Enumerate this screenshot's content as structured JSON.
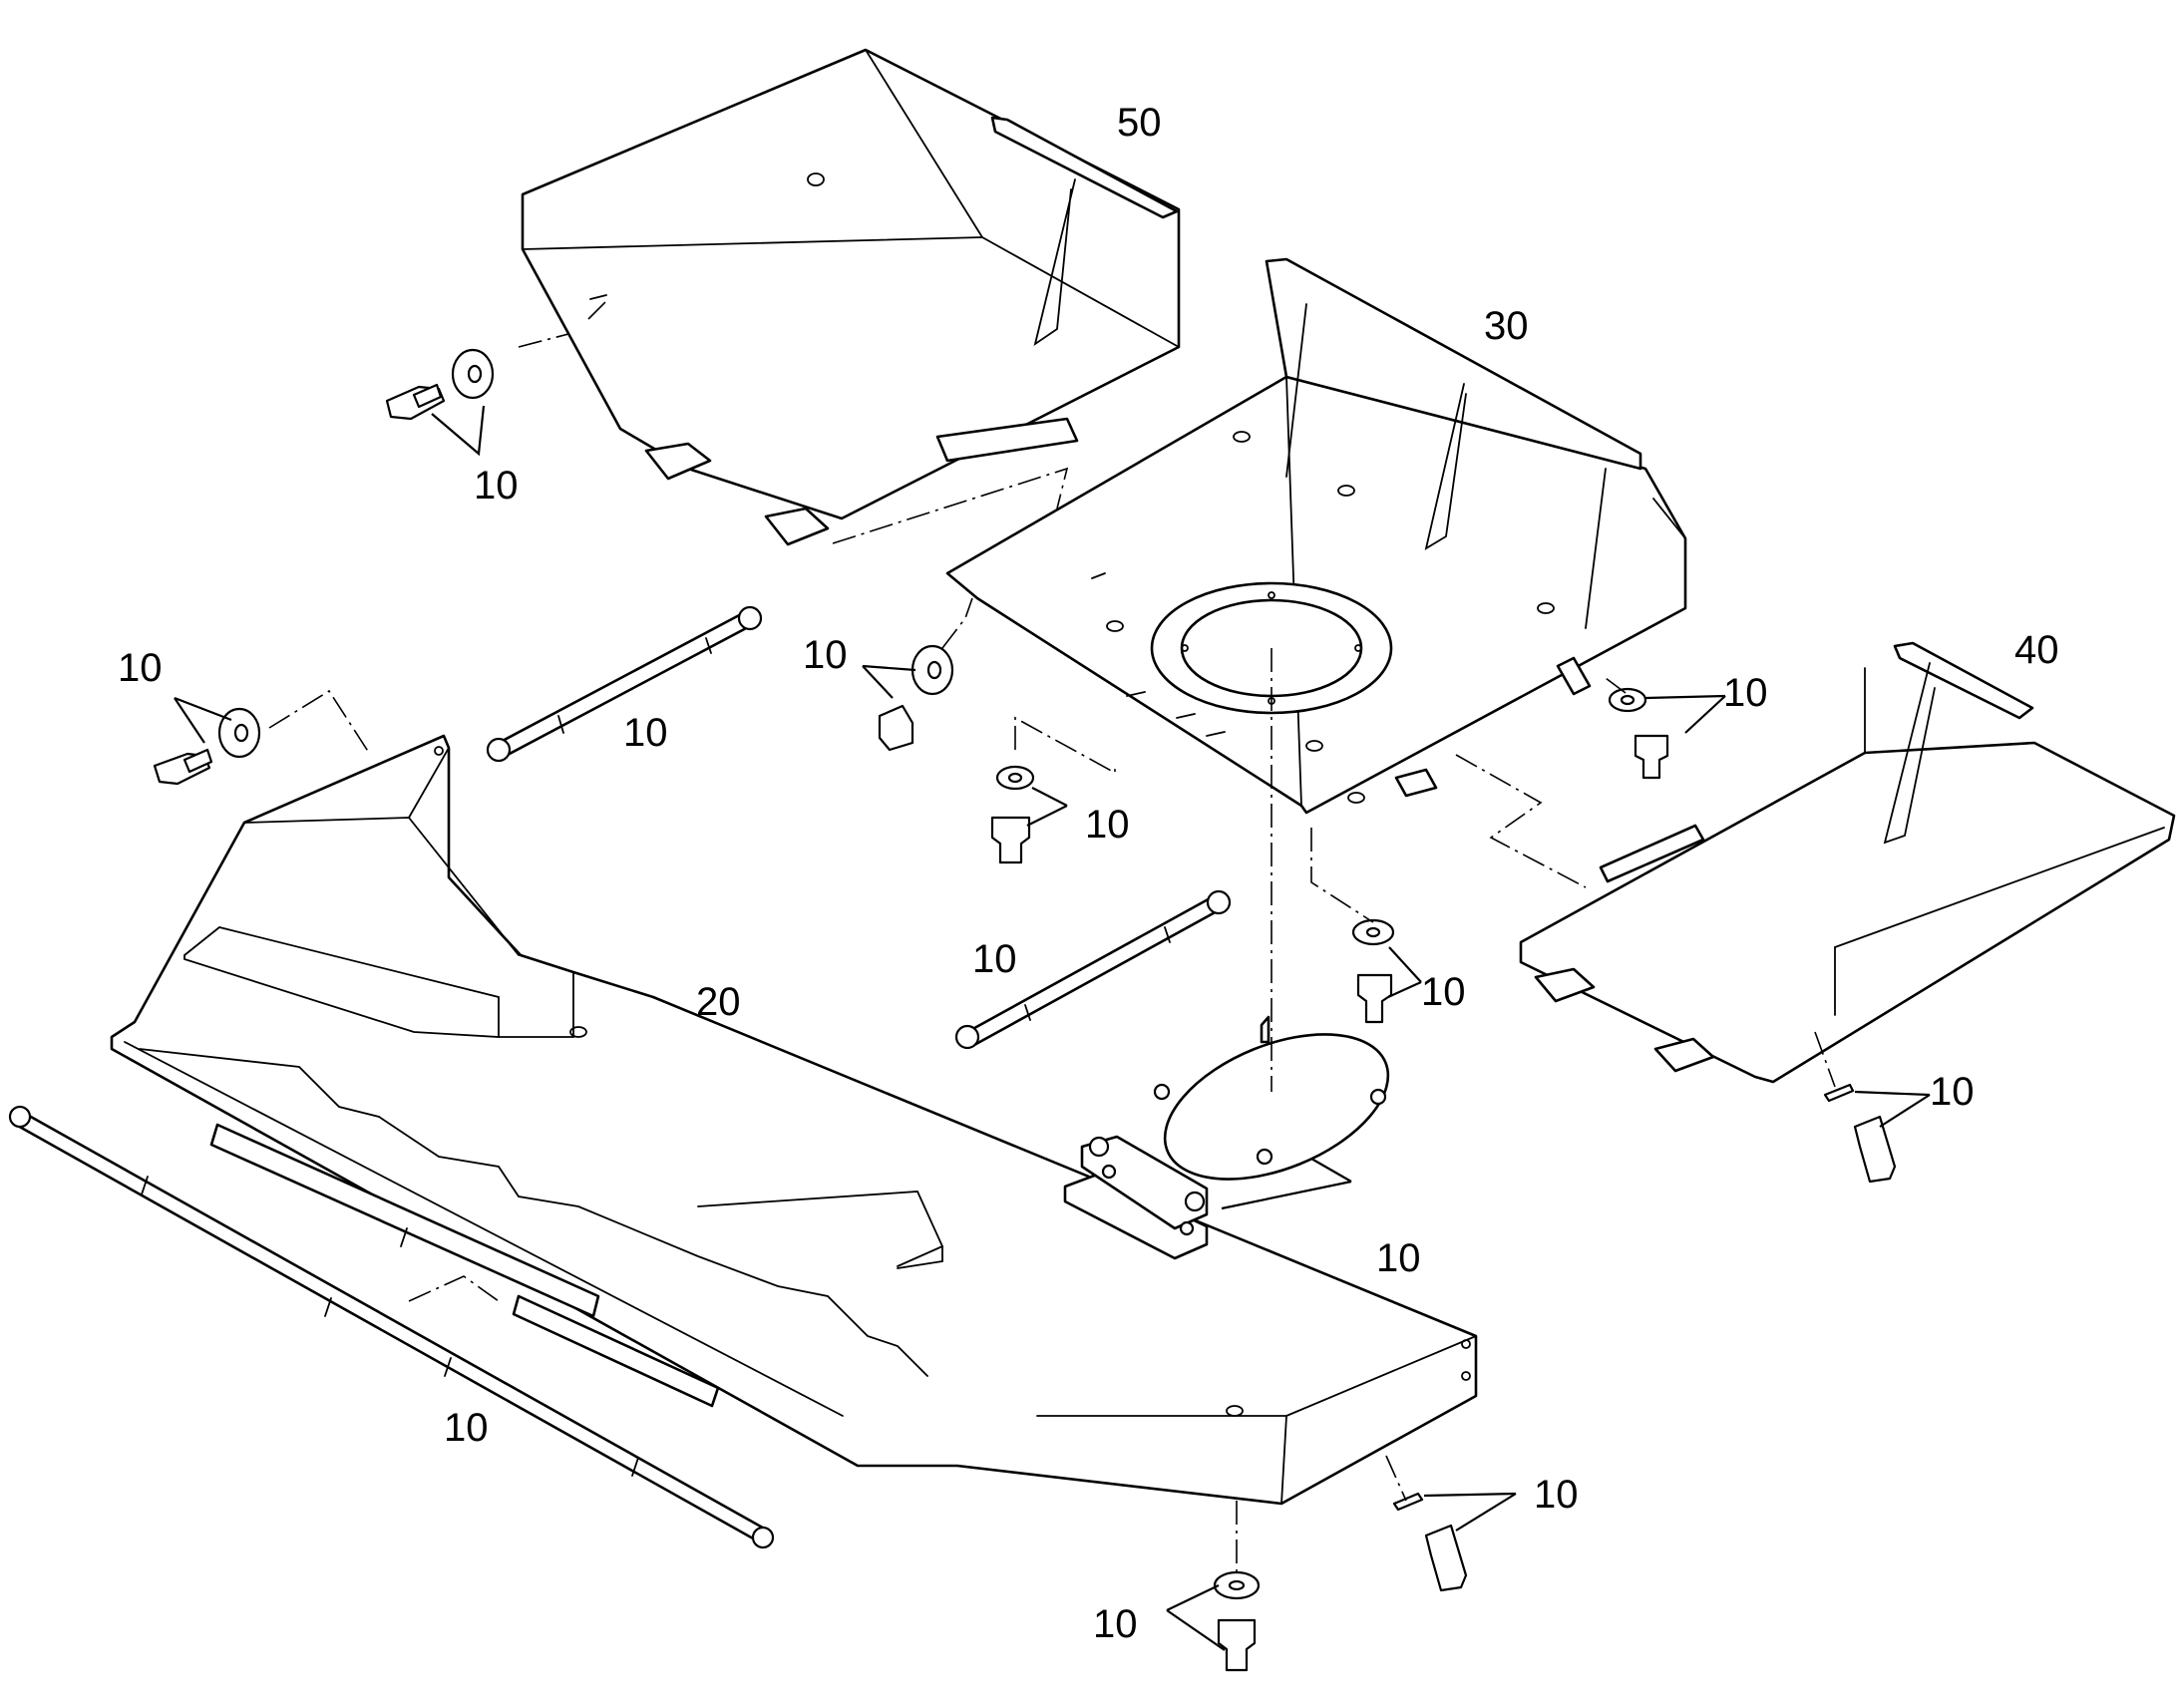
{
  "diagram": {
    "type": "exploded-parts-view",
    "labels": {
      "part_50": "50",
      "part_30": "30",
      "part_40": "40",
      "part_20": "20",
      "part_10": "10"
    }
  }
}
